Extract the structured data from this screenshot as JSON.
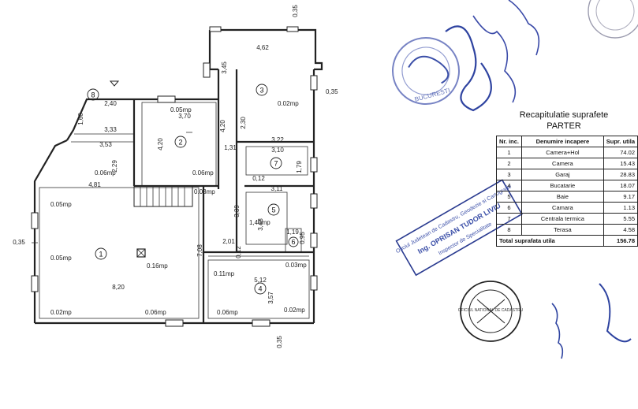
{
  "recap": {
    "title": "Recapitulatie suprafete",
    "subtitle": "PARTER",
    "headers": [
      "Nr. inc.",
      "Denumire incapere",
      "Supr. utila"
    ],
    "rows": [
      {
        "nr": "1",
        "name": "Camera+Hol",
        "area": "74.02"
      },
      {
        "nr": "2",
        "name": "Camera",
        "area": "15.43"
      },
      {
        "nr": "3",
        "name": "Garaj",
        "area": "28.83"
      },
      {
        "nr": "4",
        "name": "Bucatarie",
        "area": "18.07"
      },
      {
        "nr": "5",
        "name": "Baie",
        "area": "9.17"
      },
      {
        "nr": "6",
        "name": "Camara",
        "area": "1.13"
      },
      {
        "nr": "7",
        "name": "Centrala termica",
        "area": "5.55"
      },
      {
        "nr": "8",
        "name": "Terasa",
        "area": "4.58"
      }
    ],
    "total_label": "Total suprafata utila",
    "total_value": "156.78"
  },
  "rooms": [
    "1",
    "2",
    "3",
    "4",
    "5",
    "6",
    "7",
    "8"
  ],
  "dims": {
    "d0_35_top": "0,35",
    "d0_35_right": "0,35",
    "d0_35_left": "0,35",
    "d0_35_bottom": "0,35",
    "d4_62": "4,62",
    "d3_45": "3,45",
    "d2_40": "2,40",
    "d3_70": "3,70",
    "d1_60": "1,60",
    "d3_33": "3,33",
    "d3_53": "3,53",
    "d4_20a": "4,20",
    "d4_20b": "4,20",
    "d2_30": "2,30",
    "d3_22": "3,22",
    "d3_10": "3,10",
    "d1_31": "1,31",
    "d1_79": "1,79",
    "d2_29": "2,29",
    "d4_81": "4,81",
    "d0_12a": "0,12",
    "d0_12b": "0,12",
    "d3_11": "3,11",
    "d3_39": "3,39",
    "d3_48": "3,48",
    "d1_19": "1,19",
    "d0_95": "0,95",
    "d7_08": "7,08",
    "d2_01": "2,01",
    "d5_12": "5,12",
    "d3_57": "3,57",
    "d8_20": "8,20",
    "a0_02_r3": "0.02mp",
    "a0_05_top": "0.05mp",
    "a0_06_r2": "0.06mp",
    "a0_06_l": "0.06mp",
    "a0_03": "0.03mp",
    "a0_05_l1": "0.05mp",
    "a0_05_l2": "0.05mp",
    "a0_16": "0.16mp",
    "a0_11": "0.11mp",
    "a1_40": "1,40mp",
    "a0_03_r": "0.03mp",
    "a0_02_bl": "0.02mp",
    "a0_06_bm": "0.06mp",
    "a0_06_b4": "0.06mp",
    "a0_02_b4": "0.02mp"
  },
  "stamps": {
    "stamp1": "BUCURESTI",
    "stamp2": "OFICIUL NATIONAL DE CADASTRU",
    "stamp3": "Ing. OPRISAN TUDOR LIVIU",
    "stamp4": "Inspector de Specialitate",
    "stamp5": "Oficiul Judetean de Cadastru, Geodezie si Cartografie"
  },
  "colors": {
    "ink": "#222222",
    "stamp": "#3b4fa8"
  }
}
